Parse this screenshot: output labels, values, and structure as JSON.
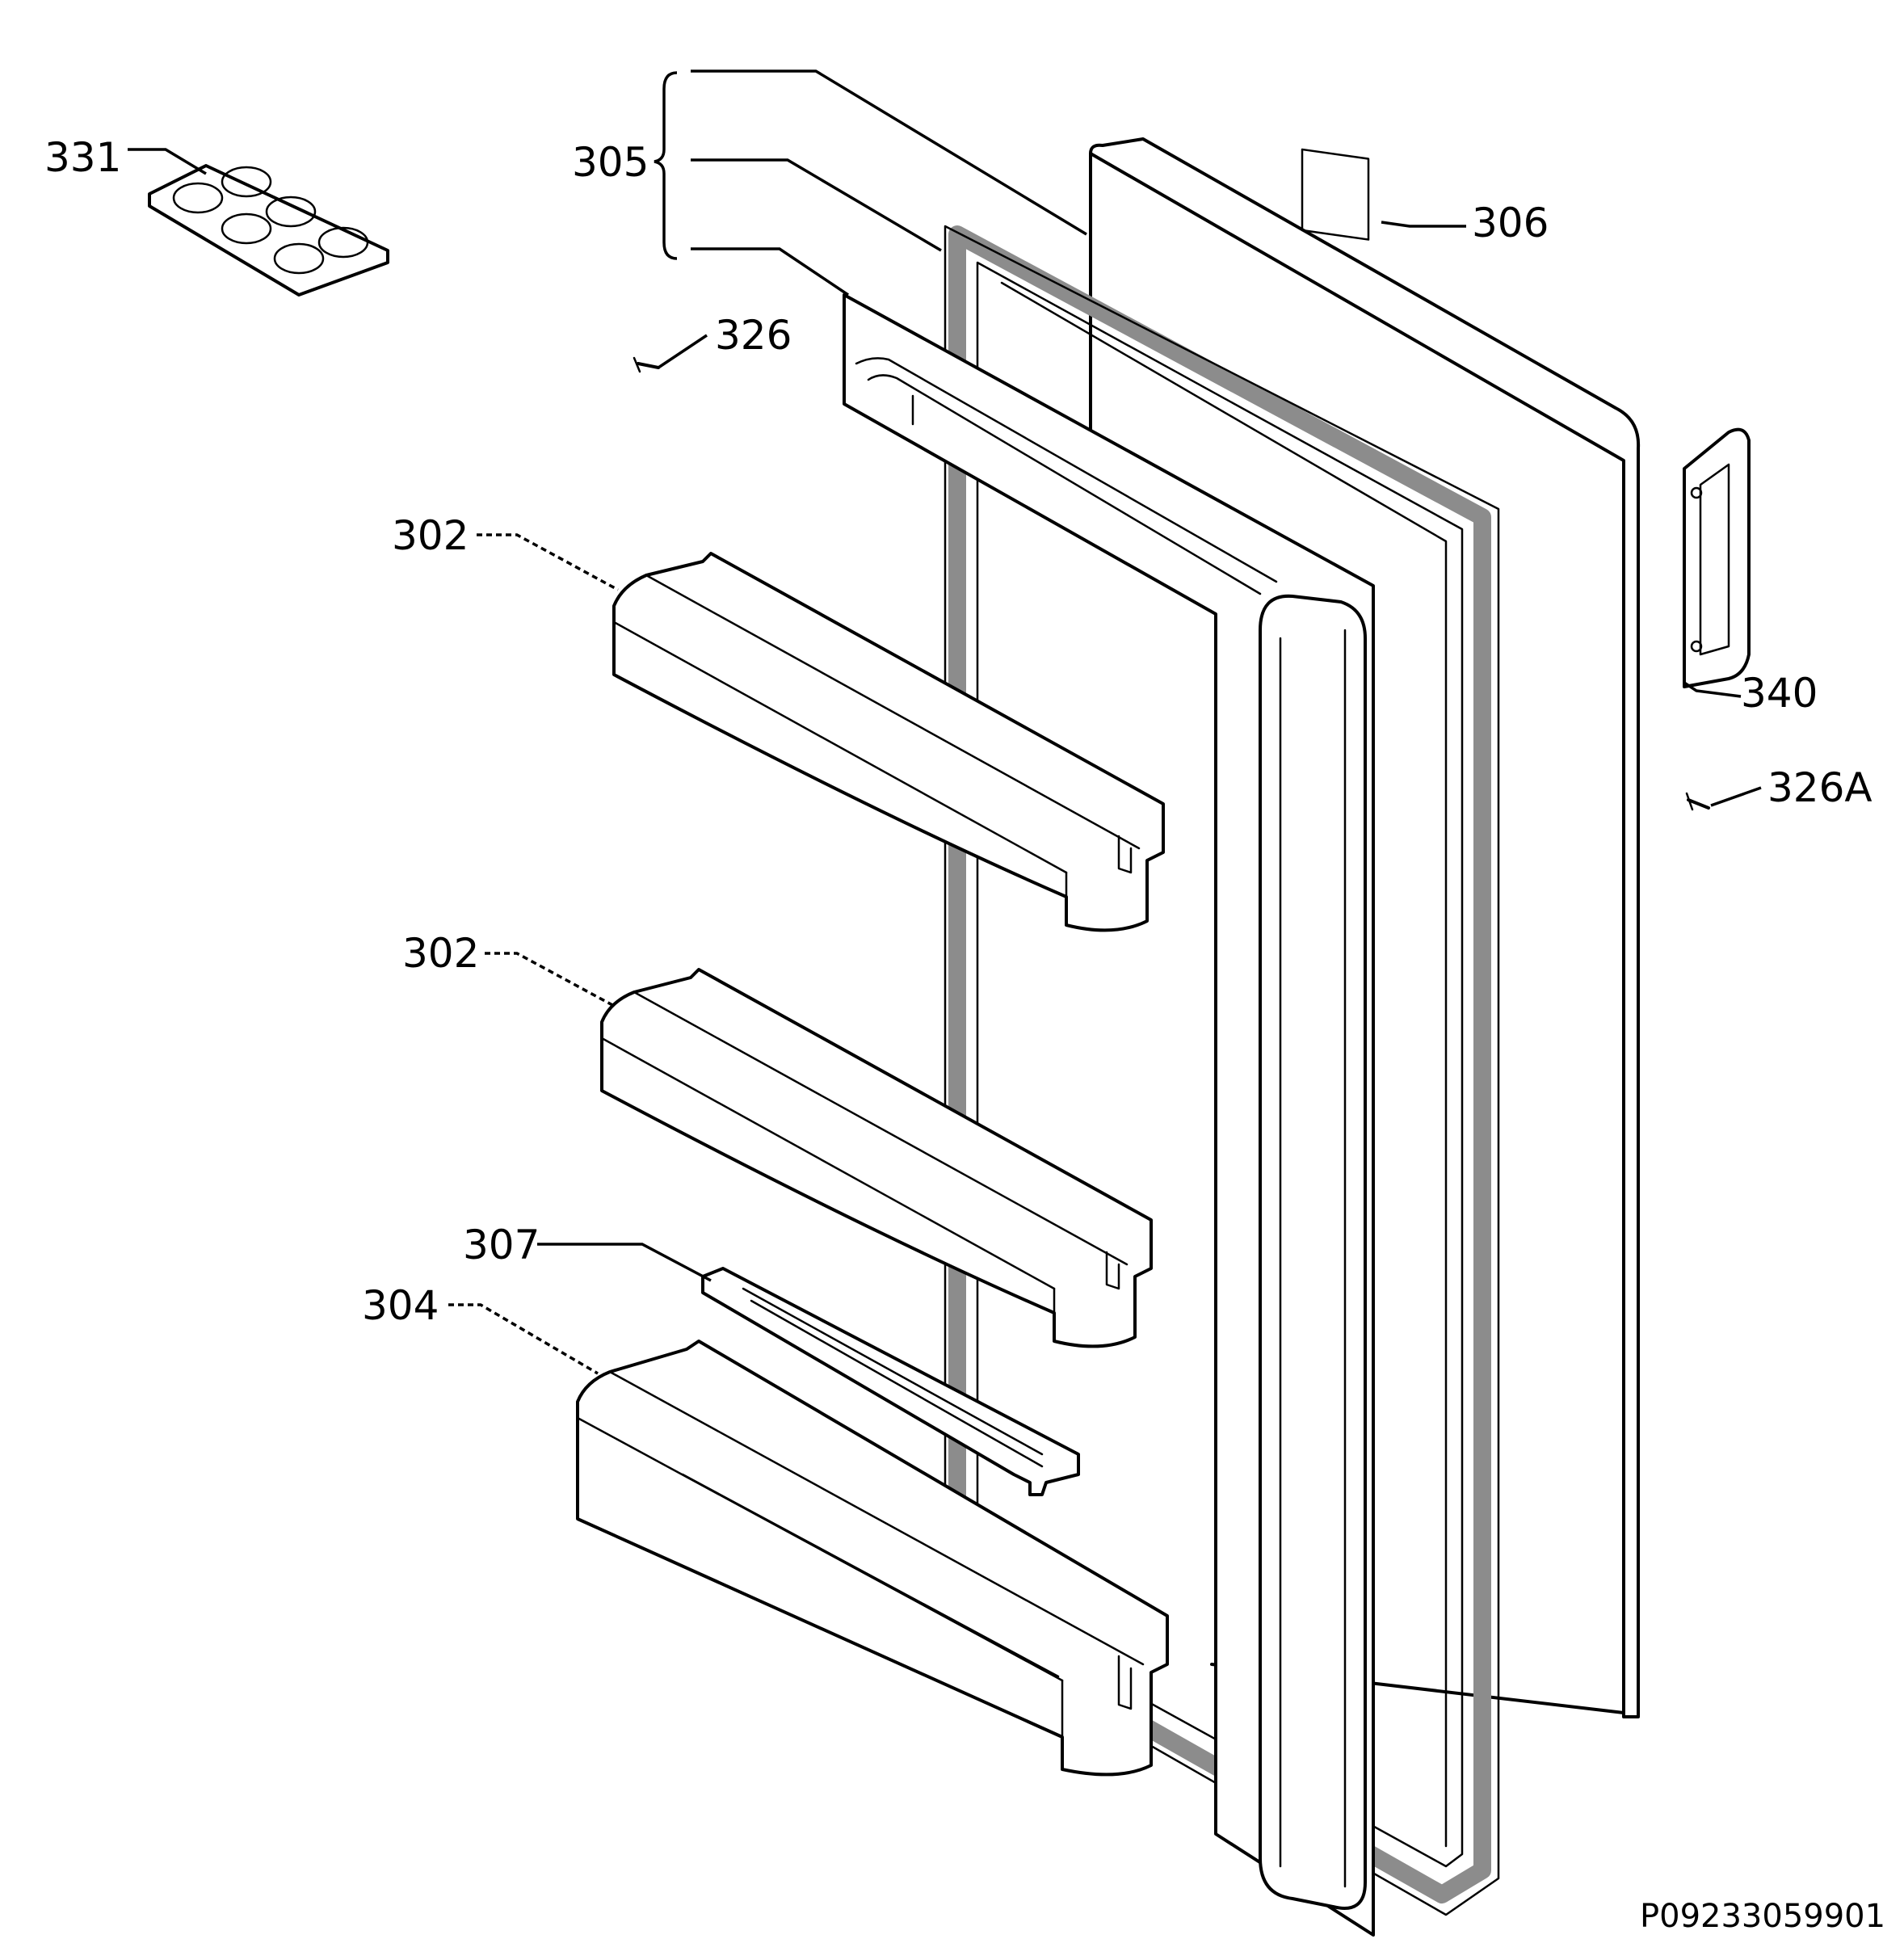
{
  "labels": {
    "l331": "331",
    "l305": "305",
    "l306": "306",
    "l326": "326",
    "l302a": "302",
    "l302b": "302",
    "l340": "340",
    "l326a": "326A",
    "l307": "307",
    "l304": "304"
  },
  "drawing_code": "P09233059901"
}
